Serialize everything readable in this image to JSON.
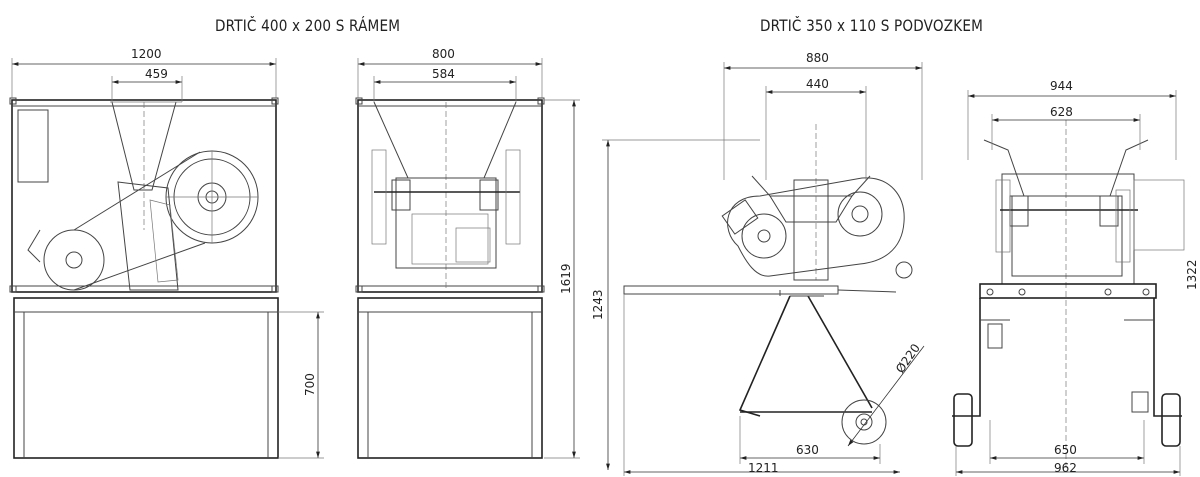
{
  "titles": {
    "left": "DRTIČ  400 x 200  S RÁMEM",
    "right": "DRTIČ  350 x 110  S PODVOZKEM"
  },
  "dims": {
    "a": "1200",
    "b": "459",
    "c": "800",
    "d": "584",
    "e": "1619",
    "f": "700",
    "g": "880",
    "h": "440",
    "i": "1243",
    "j": "Ø220",
    "k": "630",
    "l": "1211",
    "m": "944",
    "n": "628",
    "o": "1322",
    "p": "650",
    "q": "962"
  }
}
